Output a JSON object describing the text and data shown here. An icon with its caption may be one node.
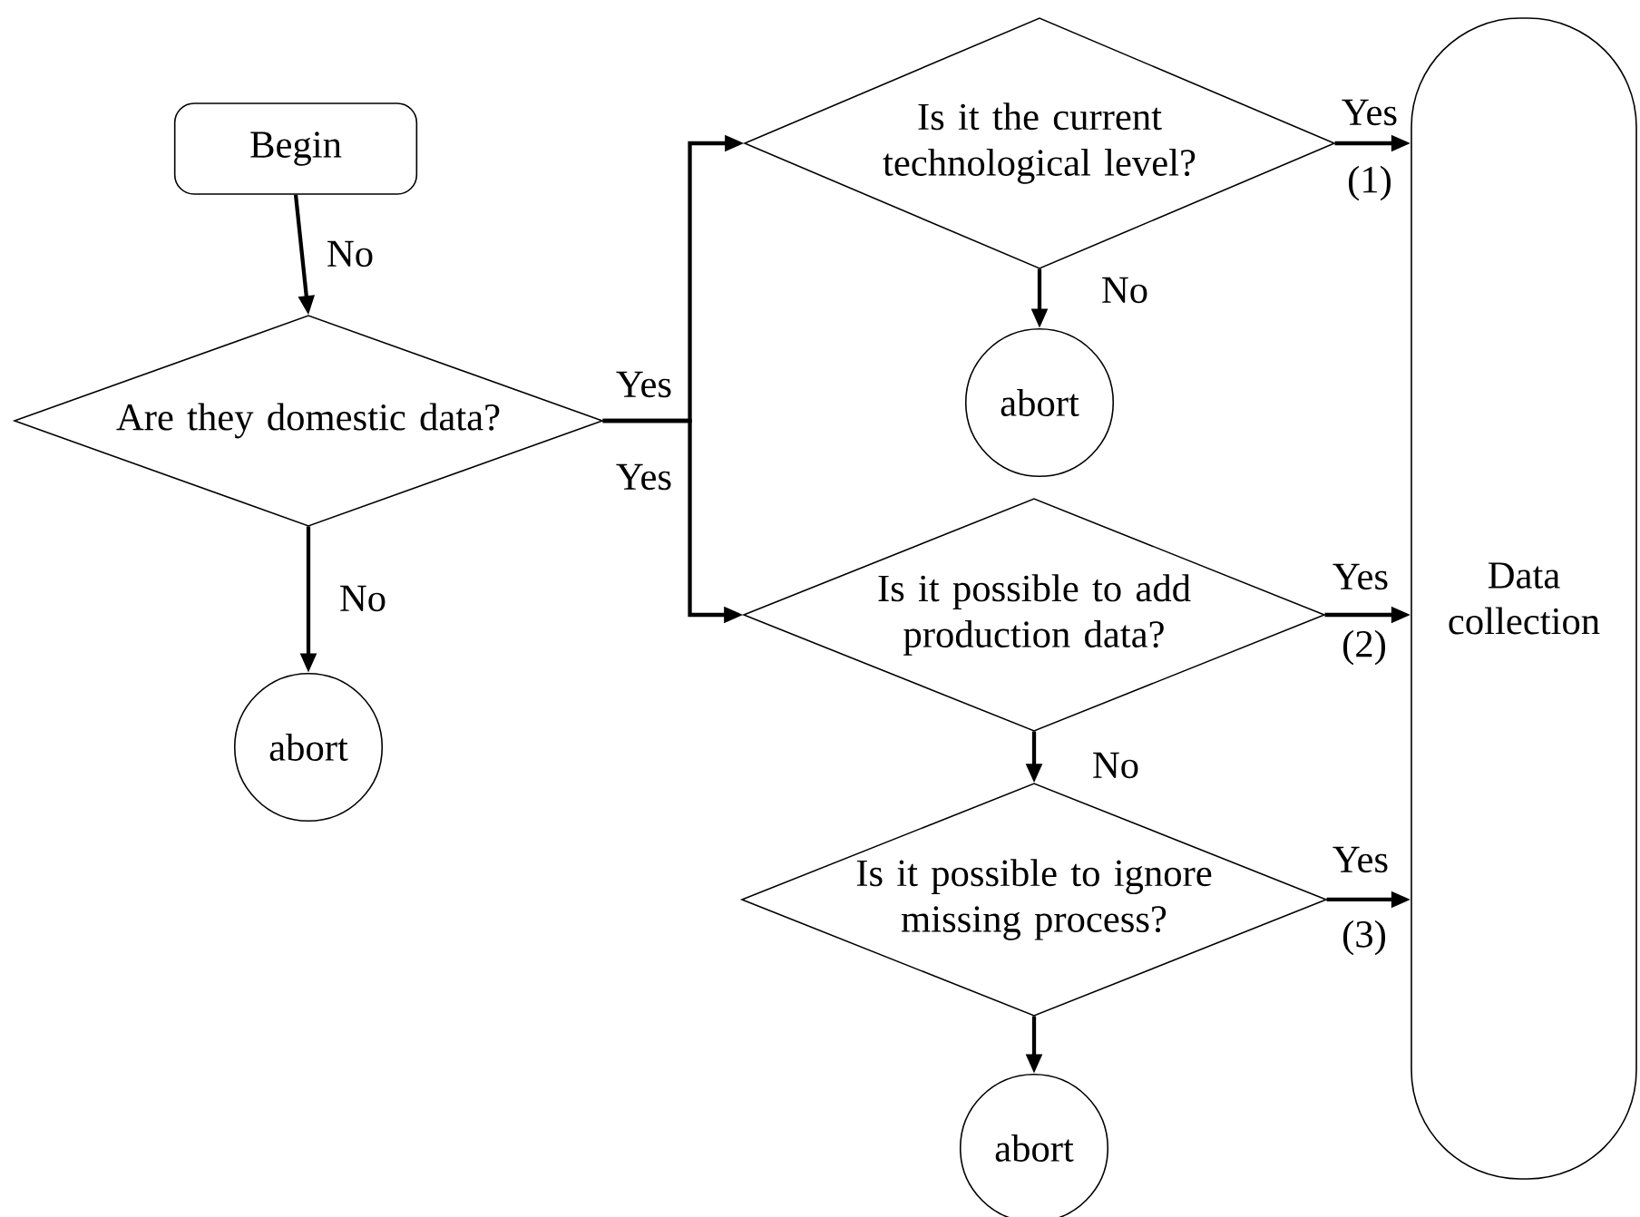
{
  "diagram": {
    "nodes": [
      {
        "text": [
          "Begin"
        ]
      },
      {
        "text": [
          "Are they domestic data?"
        ]
      },
      {
        "text": [
          "abort"
        ]
      },
      {
        "text": [
          "Is it the current technological level?"
        ]
      },
      {
        "text": [
          "abort"
        ]
      },
      {
        "text": [
          "Is it possible to add production data?"
        ]
      },
      {
        "text": [
          "Is it possible to ignore missing process?"
        ]
      },
      {
        "text": [
          "abort"
        ]
      },
      {
        "text": [
          "Data collection"
        ]
      }
    ],
    "edges": [
      {
        "from": 0,
        "to": 1,
        "arrow": "to",
        "label": "No"
      },
      {
        "from": 1,
        "to": 3,
        "arrow": "to",
        "label": "Yes"
      },
      {
        "from": 1,
        "to": 5,
        "arrow": "to",
        "label": "Yes"
      },
      {
        "from": 1,
        "to": 2,
        "arrow": "to",
        "label": "No"
      },
      {
        "from": 3,
        "to": 8,
        "arrow": "to",
        "label": "Yes"
      },
      {
        "from": 3,
        "to": 4,
        "arrow": "to",
        "label": "No"
      },
      {
        "from": 5,
        "to": 8,
        "arrow": "to",
        "label": "Yes"
      },
      {
        "from": 5,
        "to": 6,
        "arrow": "to",
        "label": "No"
      },
      {
        "from": 6,
        "to": 8,
        "arrow": "to",
        "label": "Yes"
      },
      {
        "from": 6,
        "to": 7,
        "arrow": "to"
      }
    ],
    "labels": [
      "(1)",
      "(2)",
      "(3)"
    ]
  }
}
